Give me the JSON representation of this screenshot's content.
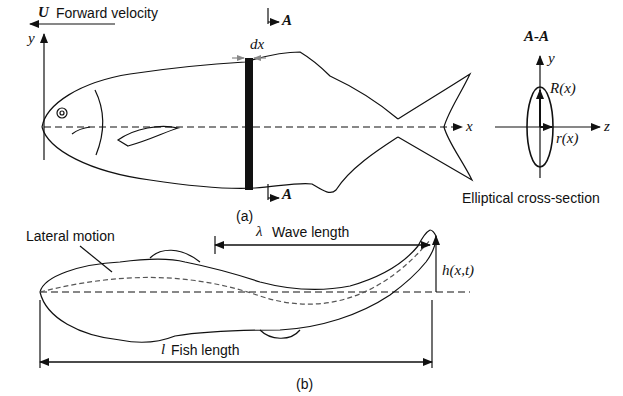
{
  "diagram": {
    "labels": [
      "U",
      "Forward velocity",
      "y",
      "A",
      "dx",
      "x",
      "A",
      "A-A",
      "y",
      "R(x)",
      "r(x)",
      "z",
      "Elliptical cross-section",
      "(a)",
      "λ",
      "Wave length",
      "Lateral motion",
      "h(x,t)",
      "l",
      "Fish length",
      "(b)"
    ]
  }
}
